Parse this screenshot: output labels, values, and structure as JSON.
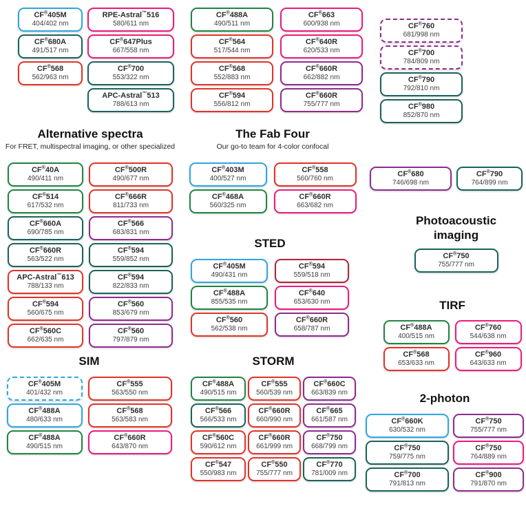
{
  "colors": {
    "blue": "#2ea7e0",
    "green": "#208541",
    "teal": "#19635a",
    "red": "#e23328",
    "crimson": "#b3223a",
    "pink": "#ec1a7d",
    "purple": "#8e2b8e"
  },
  "top_left": {
    "col1": [
      {
        "name": "CF®405M",
        "ex_em": "404/402 nm",
        "color": "blue"
      },
      {
        "name": "CF®680A",
        "ex_em": "491/517 nm",
        "color": "teal"
      },
      {
        "name": "CF®568",
        "ex_em": "562/963 nm",
        "color": "red"
      }
    ],
    "col2": [
      {
        "name": "RPE-Astral™516",
        "ex_em": "580/611 nm",
        "color": "pink"
      },
      {
        "name": "CF®647Plus",
        "ex_em": "667/558 nm",
        "color": "pink"
      },
      {
        "name": "CF®700",
        "ex_em": "553/322 nm",
        "color": "teal"
      },
      {
        "name": "APC-Astral™513",
        "ex_em": "788/613 nm",
        "color": "teal"
      }
    ]
  },
  "top_mid": {
    "col1": [
      {
        "name": "CF®488A",
        "ex_em": "490/511 nm",
        "color": "green"
      },
      {
        "name": "CF®564",
        "ex_em": "517/544 nm",
        "color": "red"
      },
      {
        "name": "CF®568",
        "ex_em": "552/883 nm",
        "color": "red"
      },
      {
        "name": "CF®594",
        "ex_em": "556/812 nm",
        "color": "red"
      }
    ],
    "col2": [
      {
        "name": "CF®663",
        "ex_em": "600/938 nm",
        "color": "pink"
      },
      {
        "name": "CF®640R",
        "ex_em": "620/533 nm",
        "color": "pink"
      },
      {
        "name": "CF®660R",
        "ex_em": "662/882 nm",
        "color": "purple"
      },
      {
        "name": "CF®660R",
        "ex_em": "755/777 nm",
        "color": "purple"
      }
    ]
  },
  "top_right": {
    "col": [
      {
        "name": "CF®760",
        "ex_em": "681/998 nm",
        "color": "purple",
        "dashed": true
      },
      {
        "name": "CF®700",
        "ex_em": "784/809 nm",
        "color": "purple",
        "dashed": true
      },
      {
        "name": "CF®790",
        "ex_em": "792/810 nm",
        "color": "teal"
      },
      {
        "name": "CF®980",
        "ex_em": "852/870 nm",
        "color": "teal"
      }
    ]
  },
  "alt_spectra": {
    "title": "Alternative spectra",
    "subtitle": "For FRET, multispectral imaging, or other specialized",
    "col1": [
      {
        "name": "CF®40A",
        "ex_em": "490/411 nm",
        "color": "green"
      },
      {
        "name": "CF®514",
        "ex_em": "617/532 nm",
        "color": "green"
      },
      {
        "name": "CF®660A",
        "ex_em": "690/785 nm",
        "color": "teal"
      },
      {
        "name": "CF®660R",
        "ex_em": "563/522 nm",
        "color": "teal"
      },
      {
        "name": "APC-Astral™613",
        "ex_em": "788/133 nm",
        "color": "red"
      },
      {
        "name": "CF®594",
        "ex_em": "560/675 nm",
        "color": "red"
      },
      {
        "name": "CF®560C",
        "ex_em": "662/635 nm",
        "color": "red"
      }
    ],
    "col2": [
      {
        "name": "CF®500R",
        "ex_em": "490/677 nm",
        "color": "red"
      },
      {
        "name": "CF®666R",
        "ex_em": "811/733 nm",
        "color": "red"
      },
      {
        "name": "CF®566",
        "ex_em": "683/831 nm",
        "color": "purple"
      },
      {
        "name": "CF®594",
        "ex_em": "559/852 nm",
        "color": "teal"
      },
      {
        "name": "CF®594",
        "ex_em": "822/833 nm",
        "color": "teal"
      },
      {
        "name": "CF®560",
        "ex_em": "853/679 nm",
        "color": "purple"
      },
      {
        "name": "CF®560",
        "ex_em": "797/879 nm",
        "color": "purple"
      }
    ]
  },
  "fab_four": {
    "title": "The Fab Four",
    "subtitle": "Our go-to team for 4-color confocal",
    "col1": [
      {
        "name": "CF®403M",
        "ex_em": "400/527 nm",
        "color": "blue"
      },
      {
        "name": "CF®468A",
        "ex_em": "560/325 nm",
        "color": "green"
      }
    ],
    "col2": [
      {
        "name": "CF®558",
        "ex_em": "560/760 nm",
        "color": "red"
      },
      {
        "name": "CF®660R",
        "ex_em": "663/682 nm",
        "color": "pink"
      }
    ]
  },
  "pair": {
    "col1": [
      {
        "name": "CF®680",
        "ex_em": "746/698 nm",
        "color": "purple"
      }
    ],
    "col2": [
      {
        "name": "CF®790",
        "ex_em": "764/899 nm",
        "color": "teal"
      }
    ]
  },
  "sted": {
    "title": "STED",
    "col1": [
      {
        "name": "CF®405M",
        "ex_em": "490/431 nm",
        "color": "blue"
      },
      {
        "name": "CF®488A",
        "ex_em": "855/535 nm",
        "color": "green"
      },
      {
        "name": "CF®560",
        "ex_em": "562/538 nm",
        "color": "red"
      }
    ],
    "col2": [
      {
        "name": "CF®594",
        "ex_em": "559/518 nm",
        "color": "crimson"
      },
      {
        "name": "CF®640",
        "ex_em": "653/630 nm",
        "color": "pink"
      },
      {
        "name": "CF®660R",
        "ex_em": "658/787 nm",
        "color": "purple"
      }
    ]
  },
  "photoacoustic": {
    "title": "Photoacoustic imaging",
    "col": [
      {
        "name": "CF®750",
        "ex_em": "755/777 nm",
        "color": "teal"
      }
    ]
  },
  "tirf": {
    "title": "TIRF",
    "col1": [
      {
        "name": "CF®488A",
        "ex_em": "400/515 nm",
        "color": "green"
      },
      {
        "name": "CF®568",
        "ex_em": "653/633 nm",
        "color": "red"
      }
    ],
    "col2": [
      {
        "name": "CF®760",
        "ex_em": "544/638 nm",
        "color": "pink"
      },
      {
        "name": "CF®960",
        "ex_em": "643/633 nm",
        "color": "pink"
      }
    ]
  },
  "sim": {
    "title": "SIM",
    "col1": [
      {
        "name": "CF®405M",
        "ex_em": "401/432 nm",
        "color": "blue",
        "dashed": true
      },
      {
        "name": "CF®488A",
        "ex_em": "480/633 nm",
        "color": "blue"
      },
      {
        "name": "CF®488A",
        "ex_em": "490/515 nm",
        "color": "green"
      }
    ],
    "col2": [
      {
        "name": "CF®555",
        "ex_em": "563/550 nm",
        "color": "red"
      },
      {
        "name": "CF®568",
        "ex_em": "563/583 nm",
        "color": "red"
      },
      {
        "name": "CF®660R",
        "ex_em": "643/870 nm",
        "color": "pink"
      }
    ]
  },
  "storm": {
    "title": "STORM",
    "col1": [
      {
        "name": "CF®488A",
        "ex_em": "490/515 nm",
        "color": "green"
      },
      {
        "name": "CF®566",
        "ex_em": "566/533 nm",
        "color": "teal"
      },
      {
        "name": "CF®560C",
        "ex_em": "590/612 nm",
        "color": "red"
      },
      {
        "name": "CF®547",
        "ex_em": "550/983 nm",
        "color": "red"
      }
    ],
    "col2": [
      {
        "name": "CF®555",
        "ex_em": "560/539 nm",
        "color": "red"
      },
      {
        "name": "CF®660R",
        "ex_em": "660/990 nm",
        "color": "red"
      },
      {
        "name": "CF®660R",
        "ex_em": "661/999 nm",
        "color": "red"
      },
      {
        "name": "CF®550",
        "ex_em": "755/777 nm",
        "color": "red"
      }
    ],
    "col3": [
      {
        "name": "CF®660C",
        "ex_em": "663/839 nm",
        "color": "purple"
      },
      {
        "name": "CF®665",
        "ex_em": "661/587 nm",
        "color": "purple"
      },
      {
        "name": "CF®750",
        "ex_em": "668/799 nm",
        "color": "purple"
      },
      {
        "name": "CF®770",
        "ex_em": "781/009 nm",
        "color": "teal"
      }
    ]
  },
  "two_photon": {
    "title": "2-photon",
    "col1": [
      {
        "name": "CF®660K",
        "ex_em": "630/532 nm",
        "color": "blue"
      },
      {
        "name": "CF®750",
        "ex_em": "759/775 nm",
        "color": "teal"
      },
      {
        "name": "CF®700",
        "ex_em": "791/813 nm",
        "color": "teal"
      }
    ],
    "col2": [
      {
        "name": "CF®750",
        "ex_em": "755/777 nm",
        "color": "purple"
      },
      {
        "name": "CF®750",
        "ex_em": "764/889 nm",
        "color": "pink"
      },
      {
        "name": "CF®900",
        "ex_em": "791/870 nm",
        "color": "purple"
      }
    ]
  }
}
